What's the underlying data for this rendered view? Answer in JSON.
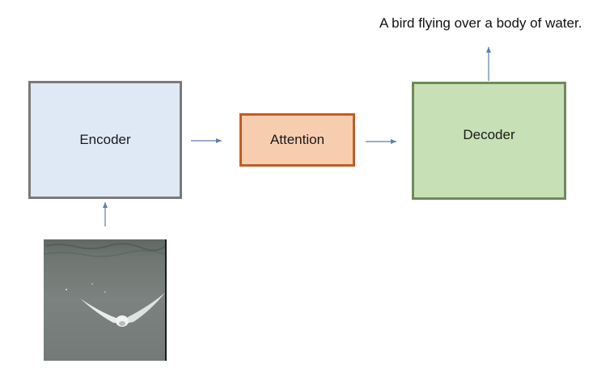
{
  "diagram": {
    "nodes": {
      "encoder": "Encoder",
      "attention": "Attention",
      "decoder": "Decoder"
    },
    "output_caption": "A bird flying over a body of water.",
    "colors": {
      "encoder_fill": "#dfe9f6",
      "encoder_border": "#7a7a7a",
      "attention_fill": "#f7cdb0",
      "attention_border": "#c45c22",
      "decoder_fill": "#c7e0b5",
      "decoder_border": "#6f8a5a",
      "arrow": "#5b7fa6"
    },
    "input_image": "seagull-over-water-photo"
  }
}
